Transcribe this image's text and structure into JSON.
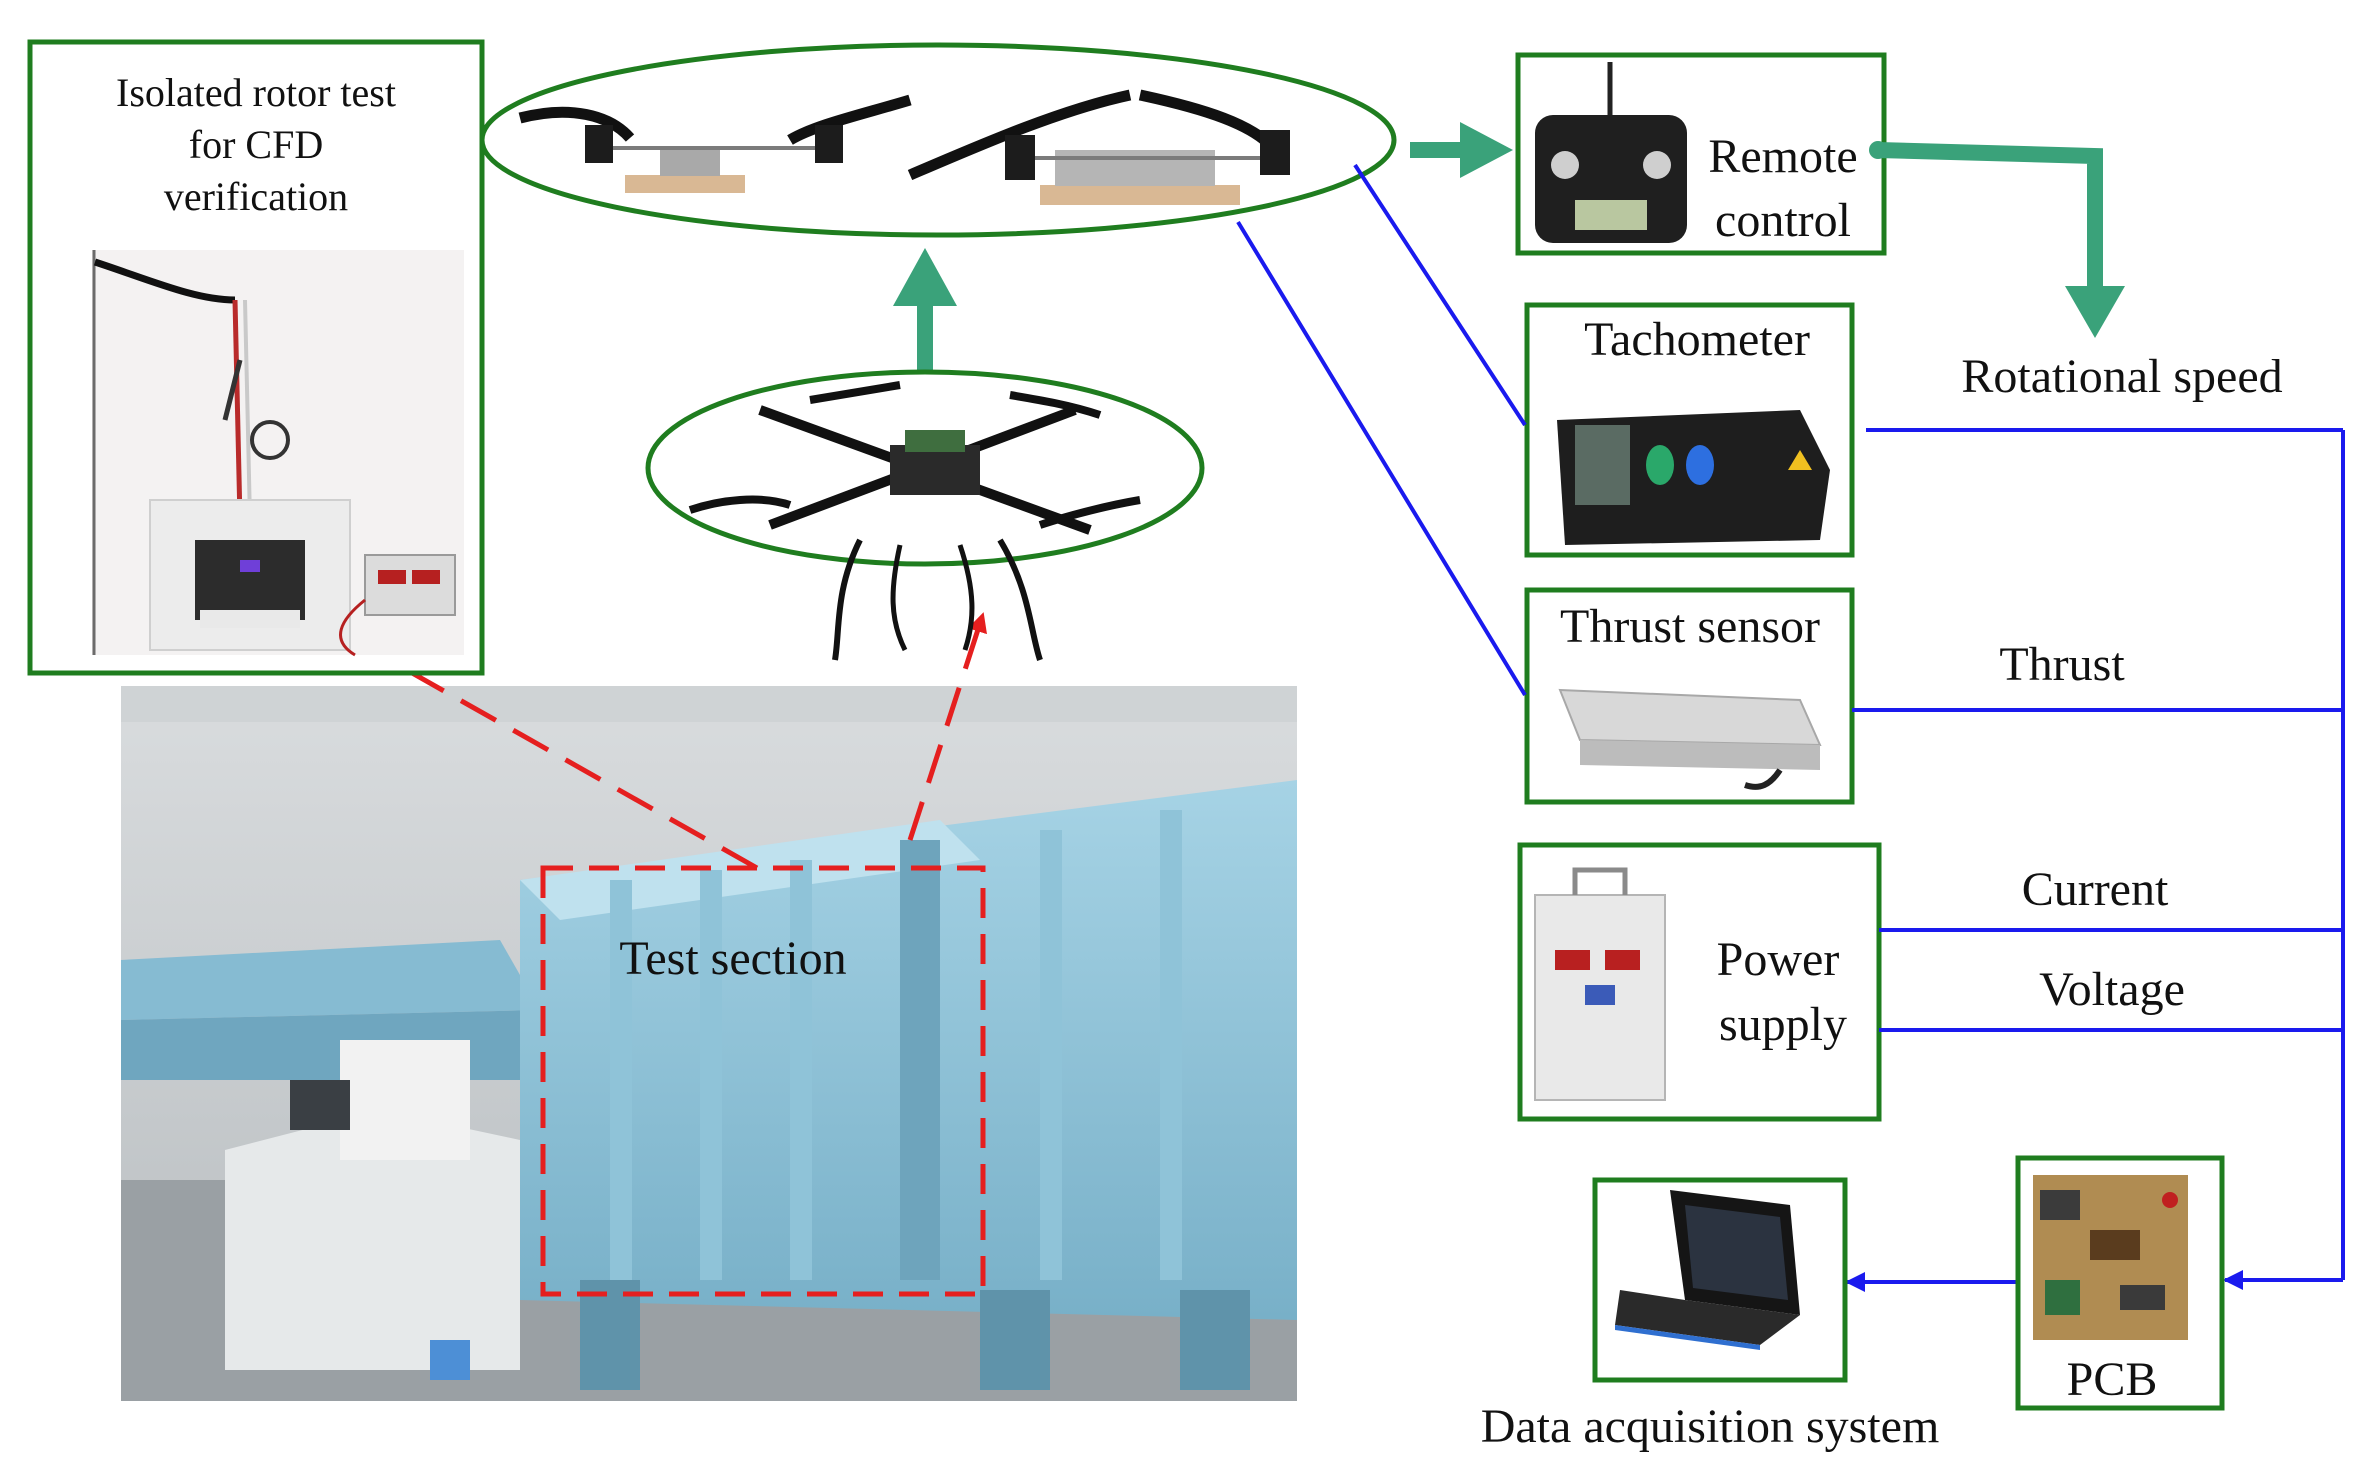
{
  "labels": {
    "isolated_rotor_line1": "Isolated rotor test",
    "isolated_rotor_line2": "for CFD",
    "isolated_rotor_line3": "verification",
    "remote_control_line1": "Remote",
    "remote_control_line2": "control",
    "tachometer": "Tachometer",
    "rotational_speed": "Rotational speed",
    "thrust_sensor": "Thrust sensor",
    "thrust": "Thrust",
    "power_supply_line1": "Power",
    "power_supply_line2": "supply",
    "current": "Current",
    "voltage": "Voltage",
    "pcb": "PCB",
    "data_acquisition_system": "Data acquisition system",
    "test_section": "Test section"
  },
  "colors": {
    "box_border": "#1f7d1f",
    "signal_line": "#1a1aee",
    "control_arrow": "#3aa27a",
    "callout_dash": "#e51f1f",
    "tunnel": "#8fc3d8"
  },
  "icons": {
    "remote_control": "remote-control-icon",
    "tachometer": "tachometer-icon",
    "thrust_sensor": "load-cell-icon",
    "power_supply": "power-supply-icon",
    "pcb": "circuit-board-icon",
    "laptop": "laptop-icon",
    "quadrotor": "quadrotor-icon",
    "rotor_pair": "rotor-pair-icon",
    "wind_tunnel": "wind-tunnel-photo",
    "rotor_rig": "rotor-test-rig-photo"
  }
}
